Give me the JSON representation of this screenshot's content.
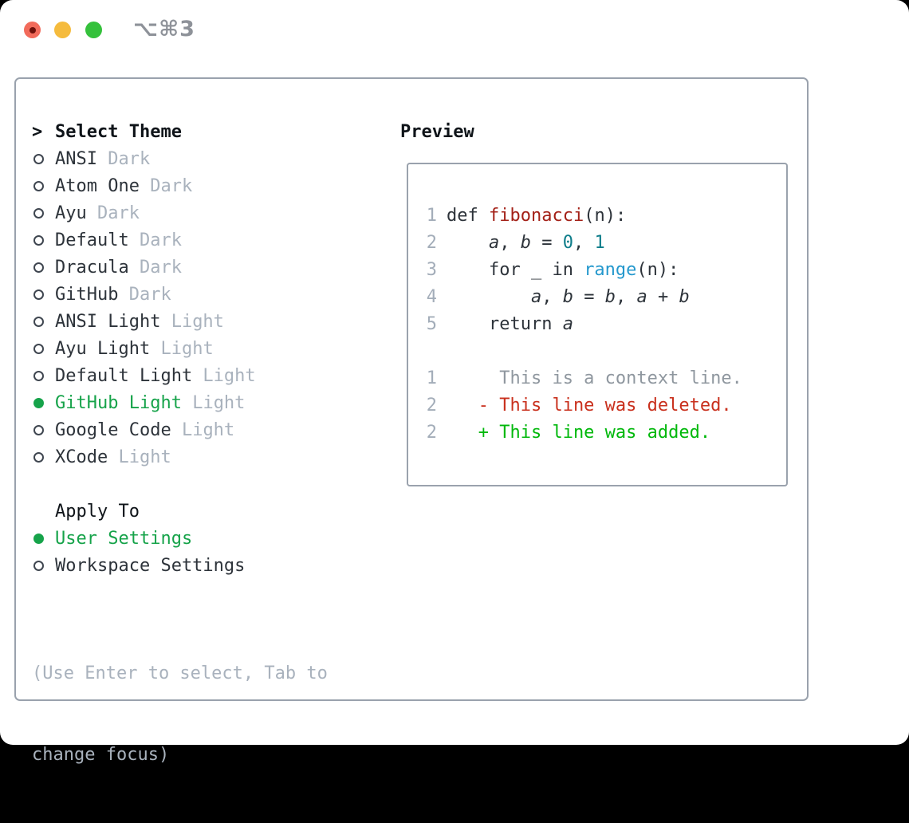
{
  "window": {
    "shortcut": "⌥⌘3"
  },
  "colors": {
    "accent_green": "#16a34a",
    "diff_added_green": "#00b80b",
    "diff_deleted_red": "#c9301d",
    "function_red": "#a32017",
    "number_teal": "#0e7d8a",
    "builtin_blue": "#2498cd",
    "muted_gray": "#a9b2bd",
    "panel_border": "#9aa2ad",
    "traffic_red": "#f26b5b",
    "traffic_yellow": "#f5bb3d",
    "traffic_green": "#35c13c"
  },
  "picker": {
    "prompt": ">",
    "title": "Select Theme",
    "items": [
      {
        "label": "ANSI",
        "tag": "Dark",
        "selected": false
      },
      {
        "label": "Atom One",
        "tag": "Dark",
        "selected": false
      },
      {
        "label": "Ayu",
        "tag": "Dark",
        "selected": false
      },
      {
        "label": "Default",
        "tag": "Dark",
        "selected": false
      },
      {
        "label": "Dracula",
        "tag": "Dark",
        "selected": false
      },
      {
        "label": "GitHub",
        "tag": "Dark",
        "selected": false
      },
      {
        "label": "ANSI Light",
        "tag": "Light",
        "selected": false
      },
      {
        "label": "Ayu Light",
        "tag": "Light",
        "selected": false
      },
      {
        "label": "Default Light",
        "tag": "Light",
        "selected": false
      },
      {
        "label": "GitHub Light",
        "tag": "Light",
        "selected": true
      },
      {
        "label": "Google Code",
        "tag": "Light",
        "selected": false
      },
      {
        "label": "XCode",
        "tag": "Light",
        "selected": false
      }
    ],
    "apply_to": {
      "title": "Apply To",
      "options": [
        {
          "label": "User Settings",
          "selected": true
        },
        {
          "label": "Workspace Settings",
          "selected": false
        }
      ]
    },
    "hint_line1": "(Use Enter to select, Tab to",
    "hint_line2": "change focus)"
  },
  "preview": {
    "title": "Preview",
    "lines": [
      {
        "num": "1",
        "segments": [
          {
            "t": "def ",
            "c": "fg"
          },
          {
            "t": "fibonacci",
            "c": "func"
          },
          {
            "t": "(n):",
            "c": "fg"
          }
        ]
      },
      {
        "num": "2",
        "segments": [
          {
            "t": "    ",
            "c": "fg"
          },
          {
            "t": "a",
            "c": "var"
          },
          {
            "t": ", ",
            "c": "fg"
          },
          {
            "t": "b",
            "c": "var"
          },
          {
            "t": " = ",
            "c": "fg"
          },
          {
            "t": "0",
            "c": "num"
          },
          {
            "t": ", ",
            "c": "fg"
          },
          {
            "t": "1",
            "c": "num"
          }
        ]
      },
      {
        "num": "3",
        "segments": [
          {
            "t": "    for _ in ",
            "c": "fg"
          },
          {
            "t": "range",
            "c": "call"
          },
          {
            "t": "(n):",
            "c": "fg"
          }
        ]
      },
      {
        "num": "4",
        "segments": [
          {
            "t": "        ",
            "c": "fg"
          },
          {
            "t": "a",
            "c": "var"
          },
          {
            "t": ", ",
            "c": "fg"
          },
          {
            "t": "b",
            "c": "var"
          },
          {
            "t": " = ",
            "c": "fg"
          },
          {
            "t": "b",
            "c": "var"
          },
          {
            "t": ", ",
            "c": "fg"
          },
          {
            "t": "a",
            "c": "var"
          },
          {
            "t": " + ",
            "c": "fg"
          },
          {
            "t": "b",
            "c": "var"
          }
        ]
      },
      {
        "num": "5",
        "segments": [
          {
            "t": "    return ",
            "c": "fg"
          },
          {
            "t": "a",
            "c": "var"
          }
        ]
      },
      {
        "num": "",
        "segments": []
      },
      {
        "num": "1",
        "segments": [
          {
            "t": "     This is a context line.",
            "c": "ctx"
          }
        ]
      },
      {
        "num": "2",
        "segments": [
          {
            "t": "   - This line was deleted.",
            "c": "del"
          }
        ]
      },
      {
        "num": "2",
        "segments": [
          {
            "t": "   + This line was added.",
            "c": "add"
          }
        ]
      }
    ]
  }
}
